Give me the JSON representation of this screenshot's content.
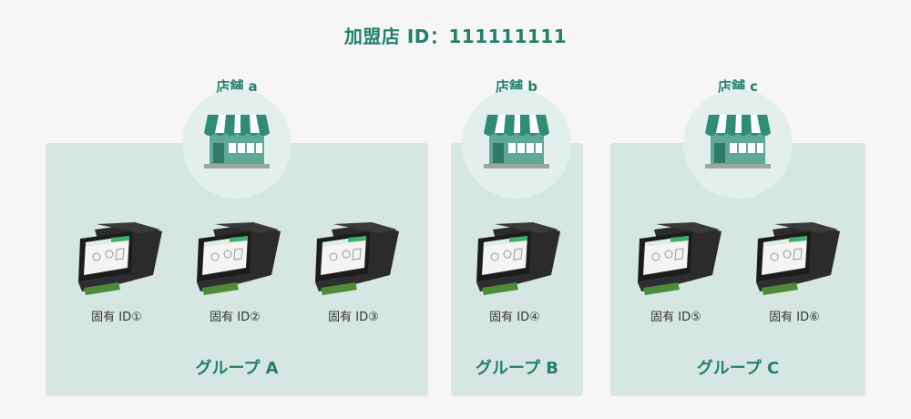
{
  "merchant_id_label": "加盟店 ID：111111111",
  "stores": [
    {
      "name": "店舗 a",
      "icon": "store-icon",
      "group_label": "グループ A",
      "devices": [
        {
          "label": "固有 ID①"
        },
        {
          "label": "固有 ID②"
        },
        {
          "label": "固有 ID③"
        }
      ]
    },
    {
      "name": "店舗 b",
      "icon": "store-icon",
      "group_label": "グループ B",
      "devices": [
        {
          "label": "固有 ID④"
        }
      ]
    },
    {
      "name": "店舗 c",
      "icon": "store-icon",
      "group_label": "グループ C",
      "devices": [
        {
          "label": "固有 ID⑤"
        },
        {
          "label": "固有 ID⑥"
        }
      ]
    }
  ],
  "colors": {
    "accent": "#23806a",
    "panel": "#d6e6e3",
    "circle": "#e3efec",
    "store_teal": "#5fa896"
  }
}
